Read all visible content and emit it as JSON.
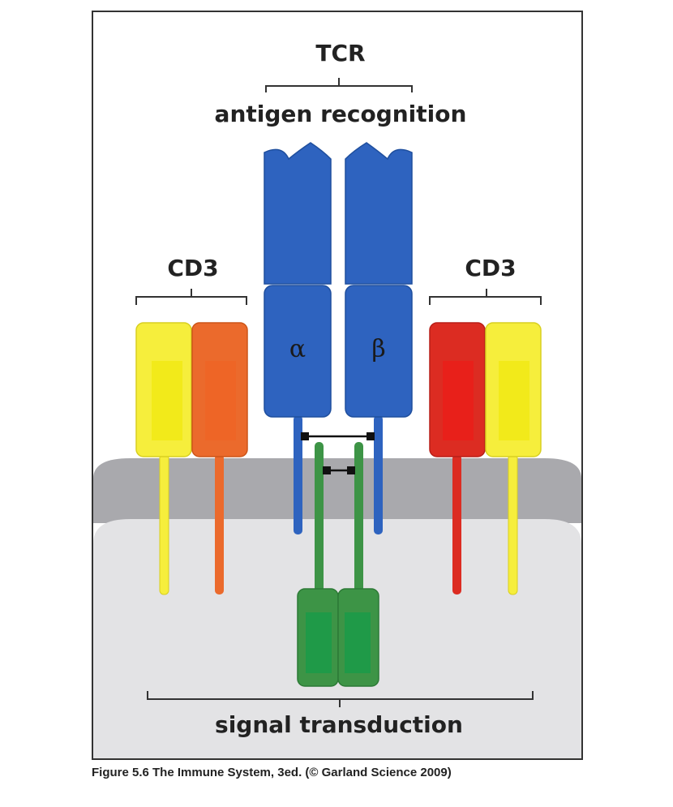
{
  "labels": {
    "tcr": "TCR",
    "antigen": "antigen recognition",
    "cd3_left": "CD3",
    "cd3_right": "CD3",
    "alpha": "α",
    "beta": "β",
    "signal": "signal transduction"
  },
  "caption": "Figure 5.6 The Immune System, 3ed. (© Garland Science 2009)",
  "colors": {
    "tcr_blue": "#2e63bf",
    "zeta_green": "#3d9446",
    "cd3_yellow": "#f6ee3c",
    "cd3_orange": "#eb6a2c",
    "cd3_red": "#dc2c22",
    "membrane": "#a9a9ad",
    "cytoplasm": "#e3e3e5"
  }
}
